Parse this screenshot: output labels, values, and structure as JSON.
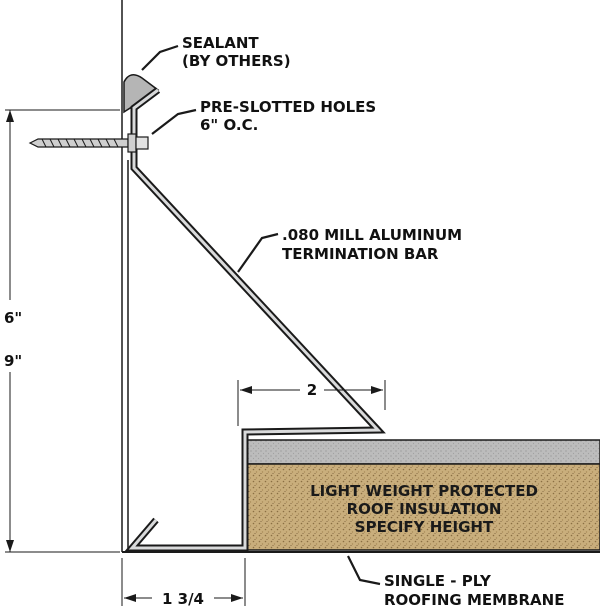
{
  "labels": {
    "sealant_line1": "SEALANT",
    "sealant_line2": "(BY OTHERS)",
    "holes_line1": "PRE-SLOTTED HOLES",
    "holes_line2": "6\"  O.C.",
    "bar_line1": ".080 MILL ALUMINUM",
    "bar_line2": "TERMINATION BAR",
    "insulation_line1": "LIGHT WEIGHT PROTECTED",
    "insulation_line2": "ROOF INSULATION",
    "insulation_line3": "SPECIFY HEIGHT",
    "membrane_line1": "SINGLE - PLY",
    "membrane_line2": "ROOFING MEMBRANE"
  },
  "dimensions": {
    "height_inner": "6\"",
    "height_outer": "9\"",
    "step_width": "2",
    "base_width": "1 3/4"
  },
  "colors": {
    "line": "#1a1a1a",
    "metal_fill": "#d9dadb",
    "insulation": "#c9ae7c",
    "cover_board": "#b8b8b8",
    "sealant": "#b5b5b5"
  }
}
